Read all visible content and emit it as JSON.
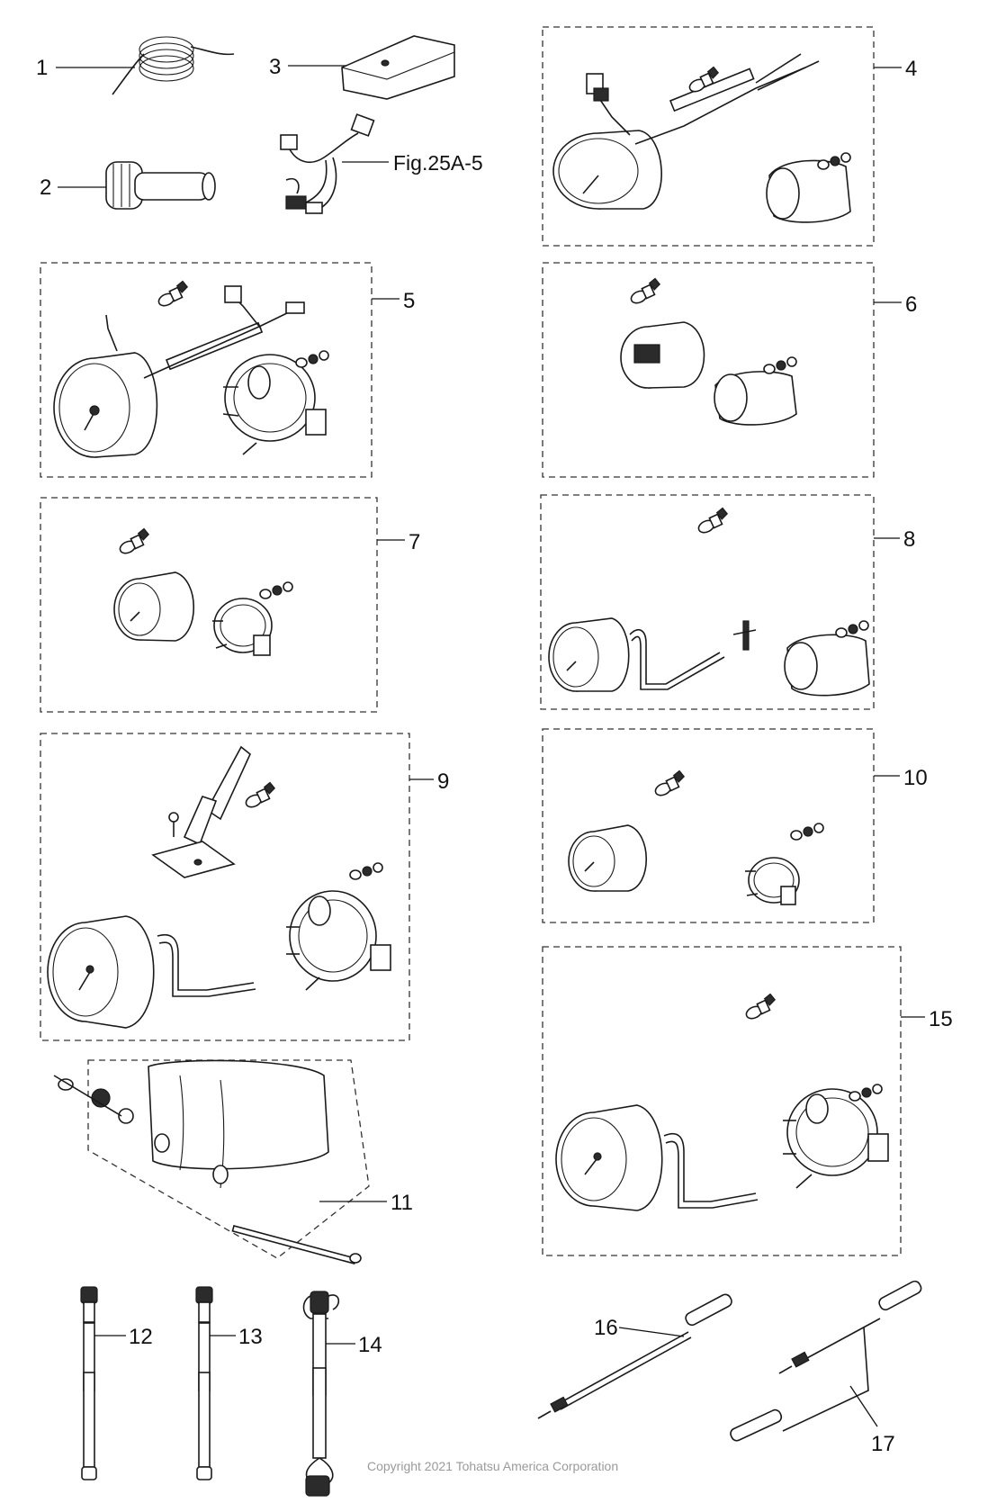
{
  "diagram": {
    "callouts": [
      "1",
      "2",
      "3",
      "4",
      "5",
      "6",
      "7",
      "8",
      "9",
      "10",
      "11",
      "12",
      "13",
      "14",
      "15",
      "16",
      "17"
    ],
    "figure_reference": "Fig.25A-5",
    "copyright": "Copyright 2021 Tohatsu America Corporation"
  }
}
